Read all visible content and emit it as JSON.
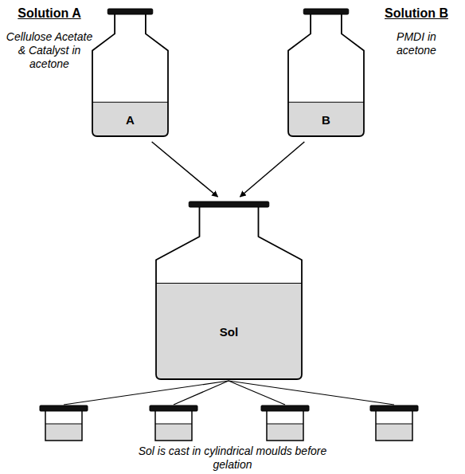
{
  "diagram": {
    "caption": "Sol is cast in cylindrical moulds before gelation",
    "nodes": [
      {
        "text": [
          "A"
        ]
      },
      {
        "text": [
          "B"
        ]
      },
      {
        "text": [
          "Sol"
        ]
      }
    ],
    "edges": [
      {
        "from": 0,
        "to": 2,
        "arrow": "to"
      },
      {
        "from": 1,
        "to": 2,
        "arrow": "to"
      }
    ],
    "labels": [
      "Solution A",
      "Cellulose Acetate & Catalyst in acetone",
      "Solution B",
      "PMDI in acetone"
    ]
  }
}
